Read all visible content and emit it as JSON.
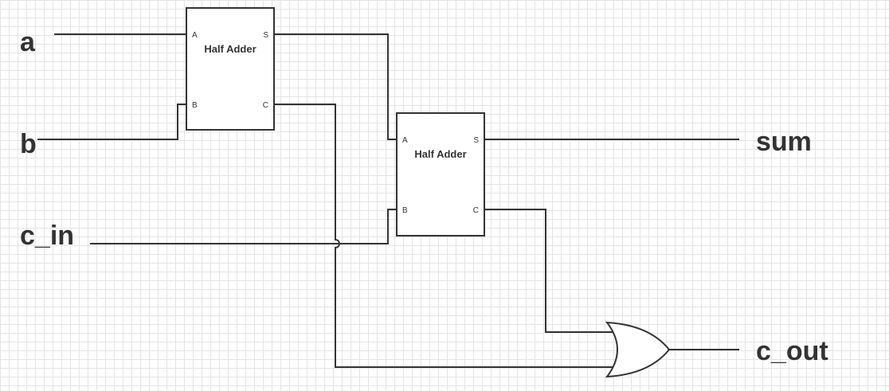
{
  "inputs": {
    "a": "a",
    "b": "b",
    "c_in": "c_in"
  },
  "outputs": {
    "sum": "sum",
    "c_out": "c_out"
  },
  "half_adder_1": {
    "title": "Half Adder",
    "port_a": "A",
    "port_b": "B",
    "port_s": "S",
    "port_c": "C"
  },
  "half_adder_2": {
    "title": "Half Adder",
    "port_a": "A",
    "port_b": "B",
    "port_s": "S",
    "port_c": "C"
  },
  "gate": {
    "type": "OR",
    "icon": "or-gate-icon"
  },
  "colors": {
    "line": "#333333",
    "grid": "#e4e4e4",
    "background": "#ffffff"
  }
}
